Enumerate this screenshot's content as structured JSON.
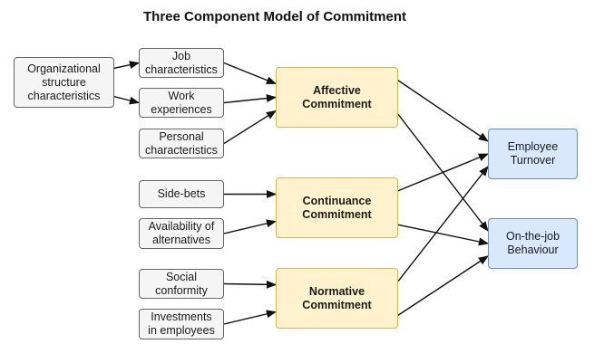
{
  "title": "Three Component Model of Commitment",
  "colors": {
    "source_fill": "#f5f5f5",
    "commitment_fill": "#fff2cc",
    "commitment_border": "#d6b656",
    "outcome_fill": "#dae8fc",
    "outcome_border": "#6c8ebf",
    "arrow": "#111111"
  },
  "nodes": {
    "org_structure": "Organizational\nstructure\ncharacteristics",
    "job_characteristics": "Job\ncharacteristics",
    "work_experiences": "Work\nexperiences",
    "personal_characteristics": "Personal\ncharacteristics",
    "side_bets": "Side-bets",
    "availability_of_alternatives": "Availability of\nalternatives",
    "social_conformity": "Social\nconformity",
    "investments_in_employees": "Investments\nin employees",
    "affective_commitment": "Affective\nCommitment",
    "continuance_commitment": "Continuance\nCommitment",
    "normative_commitment": "Normative\nCommitment",
    "employee_turnover": "Employee\nTurnover",
    "on_the_job_behaviour": "On-the-job\nBehaviour"
  },
  "edges": [
    [
      "org_structure",
      "job_characteristics"
    ],
    [
      "org_structure",
      "work_experiences"
    ],
    [
      "job_characteristics",
      "affective_commitment"
    ],
    [
      "work_experiences",
      "affective_commitment"
    ],
    [
      "personal_characteristics",
      "affective_commitment"
    ],
    [
      "side_bets",
      "continuance_commitment"
    ],
    [
      "availability_of_alternatives",
      "continuance_commitment"
    ],
    [
      "social_conformity",
      "normative_commitment"
    ],
    [
      "investments_in_employees",
      "normative_commitment"
    ],
    [
      "affective_commitment",
      "employee_turnover"
    ],
    [
      "affective_commitment",
      "on_the_job_behaviour"
    ],
    [
      "continuance_commitment",
      "employee_turnover"
    ],
    [
      "continuance_commitment",
      "on_the_job_behaviour"
    ],
    [
      "normative_commitment",
      "employee_turnover"
    ],
    [
      "normative_commitment",
      "on_the_job_behaviour"
    ]
  ]
}
